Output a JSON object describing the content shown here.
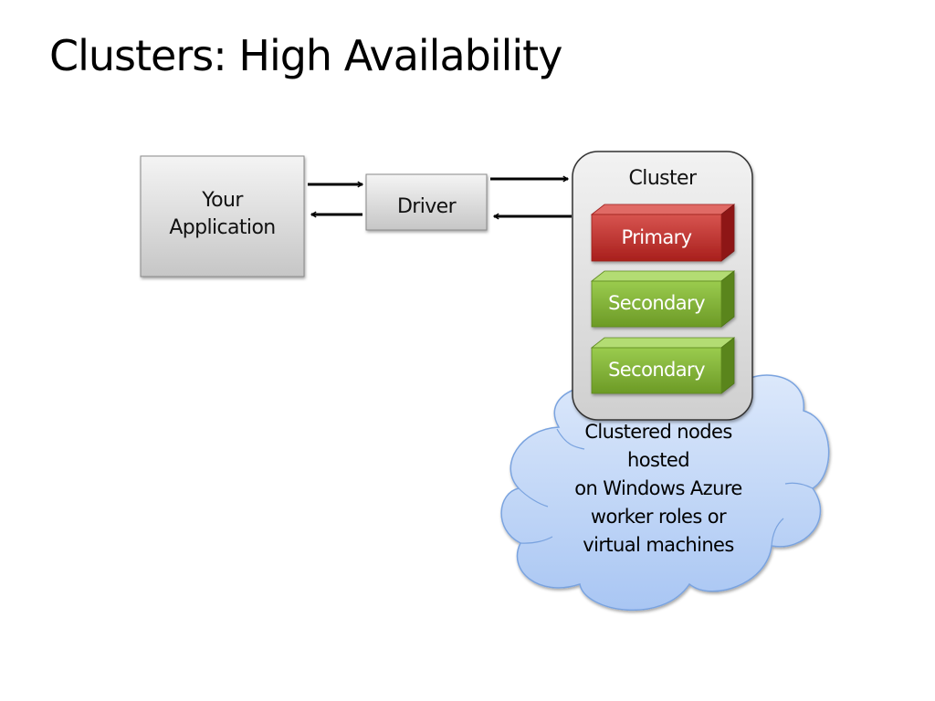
{
  "slide": {
    "title": "Clusters: High Availability"
  },
  "diagram": {
    "application": {
      "line1": "Your",
      "line2": "Application"
    },
    "driver": {
      "label": "Driver"
    },
    "cluster": {
      "label": "Cluster",
      "nodes": [
        {
          "label": "Primary",
          "role": "primary"
        },
        {
          "label": "Secondary",
          "role": "secondary"
        },
        {
          "label": "Secondary",
          "role": "secondary"
        }
      ]
    },
    "cloud": {
      "lines": [
        "Clustered nodes",
        "hosted",
        "on Windows Azure",
        "worker roles or",
        "virtual machines"
      ]
    }
  },
  "colors": {
    "primary_node": "#c0302c",
    "secondary_node": "#7fad34",
    "cloud_fill": "#c6dbf8",
    "cluster_fill": "#e2e2e2",
    "gray_box": "#dcdcdc"
  }
}
